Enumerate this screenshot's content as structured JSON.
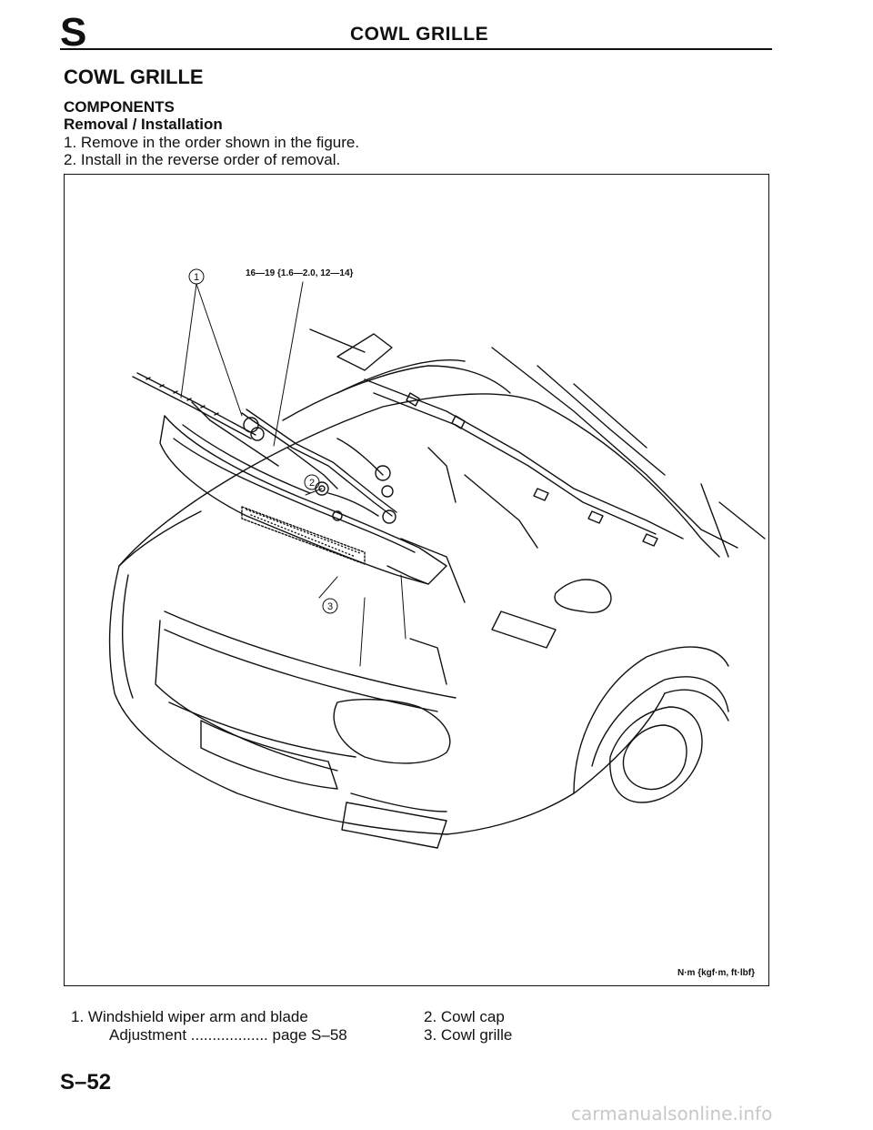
{
  "header": {
    "section_letter": "S",
    "title": "COWL GRILLE"
  },
  "main": {
    "heading": "COWL GRILLE",
    "subheading": "COMPONENTS",
    "procedure_title": "Removal / Installation",
    "steps": [
      "1. Remove in the order shown in the figure.",
      "2. Install in the reverse order of removal."
    ]
  },
  "figure": {
    "callouts": [
      "1",
      "2",
      "3"
    ],
    "torque_spec": "16—19 {1.6—2.0, 12—14}",
    "units_note": "N·m {kgf·m, ft·lbf}"
  },
  "legend": {
    "item1": "1.  Windshield wiper arm and blade",
    "item1_sub": "Adjustment .................. page S–58",
    "item2": "2.  Cowl cap",
    "item3": "3.  Cowl grille"
  },
  "footer": {
    "page_number": "S–52"
  },
  "watermark": "carmanualsonline.info"
}
